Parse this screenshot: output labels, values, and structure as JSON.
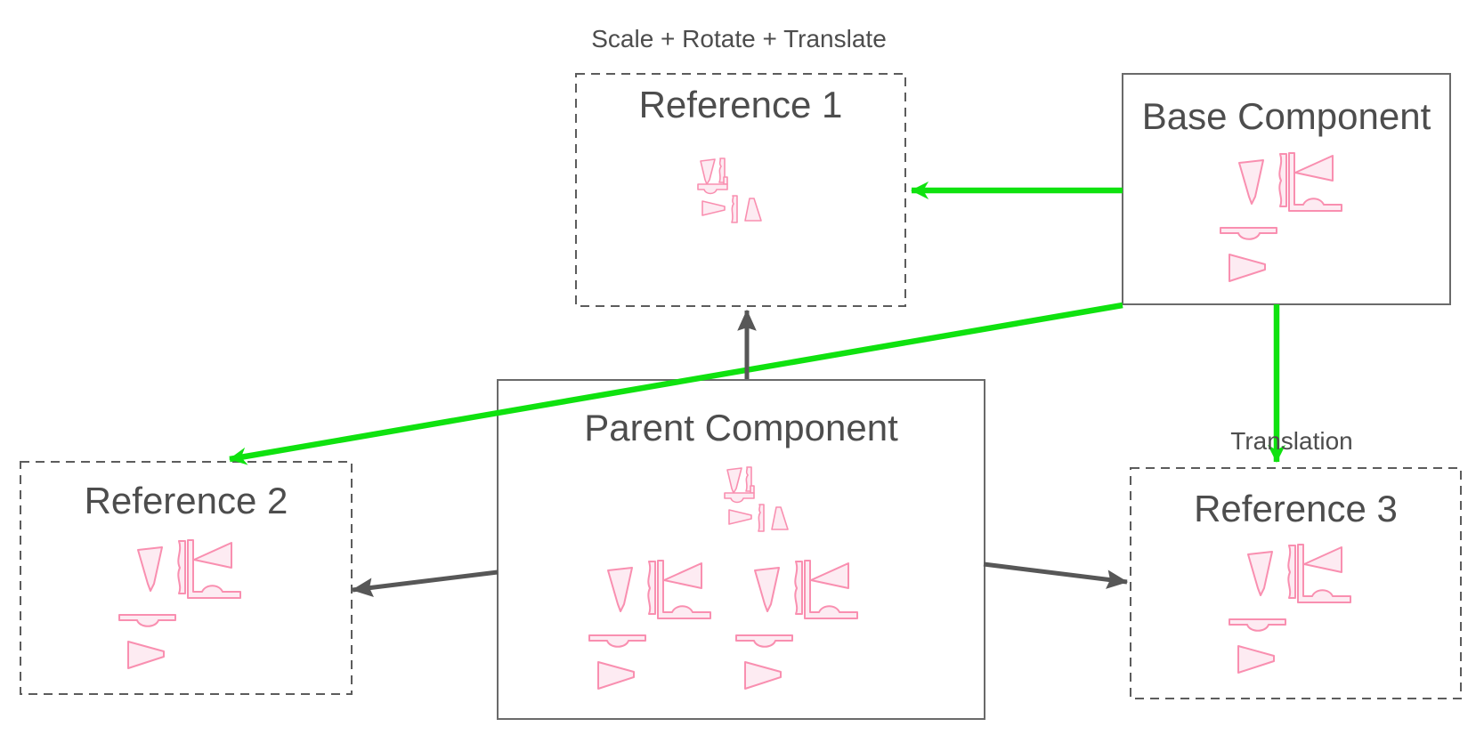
{
  "diagram": {
    "title_labels": {
      "scale_rotate_translate": "Scale + Rotate + Translate",
      "translation": "Translation"
    },
    "boxes": [
      {
        "id": "reference1",
        "title": "Reference 1",
        "border": "dashed"
      },
      {
        "id": "base",
        "title": "Base Component",
        "border": "solid"
      },
      {
        "id": "parent",
        "title": "Parent Component",
        "border": "solid"
      },
      {
        "id": "reference2",
        "title": "Reference 2",
        "border": "dashed"
      },
      {
        "id": "reference3",
        "title": "Reference 3",
        "border": "dashed"
      }
    ],
    "edges": [
      {
        "from": "base",
        "to": "reference1",
        "color": "green",
        "label": "Scale + Rotate + Translate"
      },
      {
        "from": "base",
        "to": "reference2",
        "color": "green",
        "label": ""
      },
      {
        "from": "base",
        "to": "reference3",
        "color": "green",
        "label": "Translation"
      },
      {
        "from": "parent",
        "to": "reference1",
        "color": "gray",
        "label": ""
      },
      {
        "from": "parent",
        "to": "reference2",
        "color": "gray",
        "label": ""
      },
      {
        "from": "parent",
        "to": "reference3",
        "color": "gray",
        "label": ""
      }
    ],
    "colors": {
      "green_arrow": "#0fe20f",
      "gray_arrow": "#575757",
      "box_border_solid": "#6a6a6a",
      "box_border_dashed": "#5c5c5c",
      "text": "#4d4d4d",
      "shape_stroke": "#f98fb0",
      "shape_fill": "#fdebf2",
      "background": "#ffffff"
    }
  }
}
